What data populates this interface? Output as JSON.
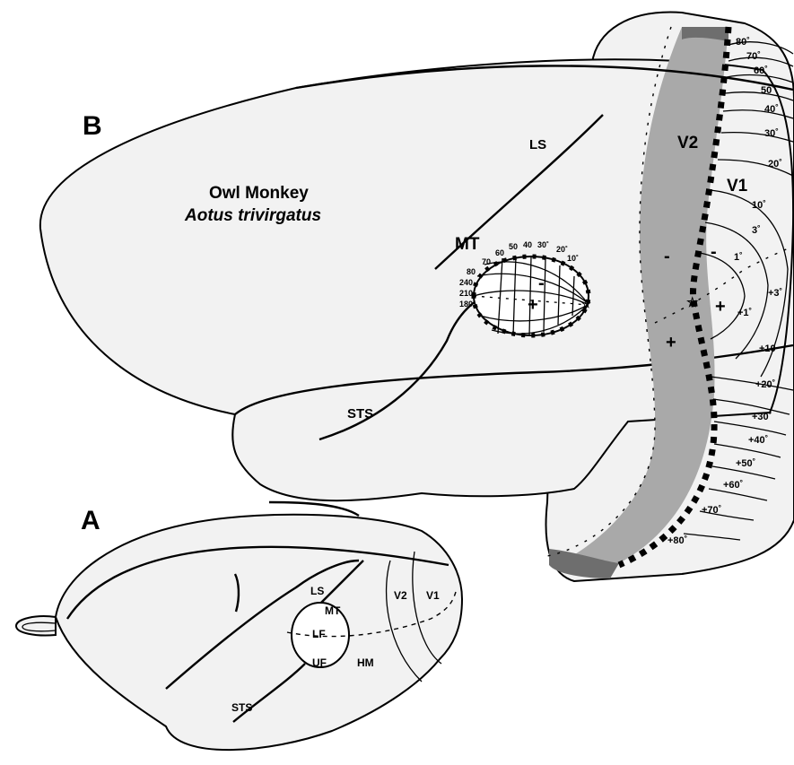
{
  "panel_a": {
    "label": "A",
    "sulci": {
      "ls": "LS",
      "sts": "STS"
    },
    "areas": {
      "mt": "MT",
      "v1": "V1",
      "v2": "V2"
    },
    "fields": {
      "lf": "LF",
      "uf": "UF",
      "hm": "HM"
    }
  },
  "panel_b": {
    "label": "B",
    "title": "Owl Monkey",
    "species": "Aotus trivirgatus",
    "sulci": {
      "ls": "LS",
      "sts": "STS"
    },
    "areas": {
      "mt": "MT",
      "v1": "V1",
      "v2": "V2"
    },
    "mt_ticks": [
      "70",
      "60",
      "50",
      "40",
      "30˚",
      "20˚",
      "10˚",
      "80",
      "240",
      "210",
      "180"
    ],
    "v1_ticks": [
      "80˚",
      "70˚",
      "60˚",
      "50˚",
      "40˚",
      "30˚",
      "20˚",
      "10˚",
      "3˚",
      "1˚",
      "+3˚",
      "+1˚",
      "+10",
      "+20˚",
      "+30˚",
      "+40˚",
      "+50˚",
      "+60˚",
      "+70˚",
      "+80˚"
    ],
    "signs": {
      "minus": "-",
      "plus": "+"
    }
  },
  "colors": {
    "cortex": "#f2f2f2",
    "v2_shading": "#a9a9a9",
    "dark_tip": "#6e6e6e",
    "ink": "#000000"
  }
}
